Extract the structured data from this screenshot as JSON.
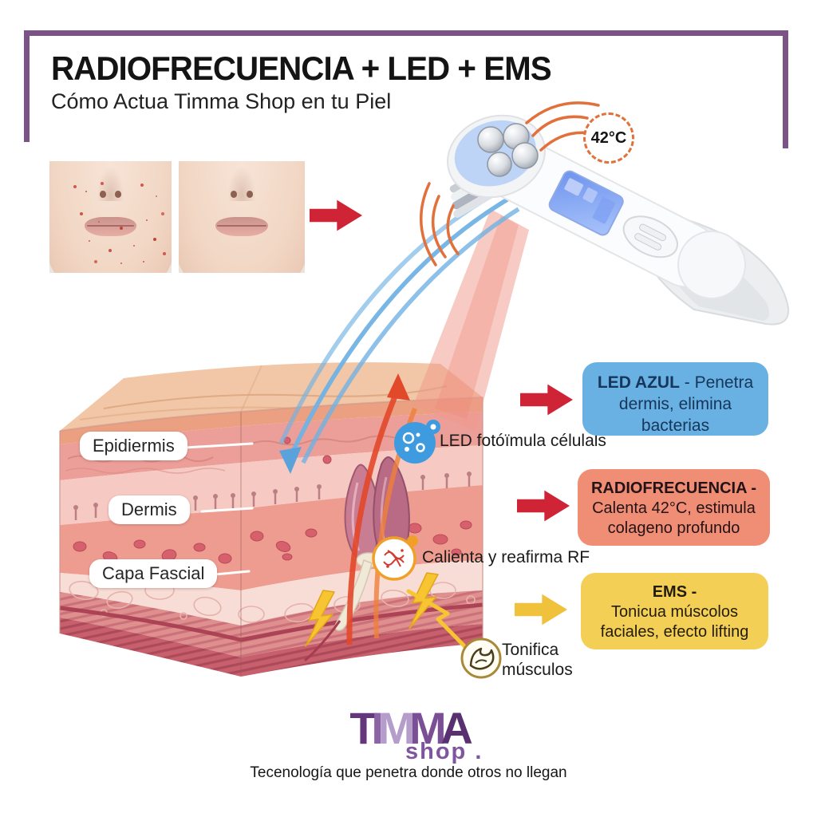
{
  "header": {
    "title": "RADIOFRECUENCIA + LED + EMS",
    "subtitle": "Cómo Actua Timma Shop en tu Piel"
  },
  "device": {
    "temp": "42°C"
  },
  "skin": {
    "labels": [
      "Epidiermis",
      "Dermis",
      "Capa Fascial"
    ]
  },
  "annotations": {
    "led": "LED fotóïmula célulals",
    "rf": "Calienta y reafirma RF",
    "muscles_line1": "Tonifica",
    "muscles_line2": "músculos"
  },
  "callouts": {
    "led": {
      "title": "LED AZUL",
      "rest": " - Penetra dermis, elimina bacterias"
    },
    "rf": {
      "title": "RADIOFRECUENCIA -",
      "body": "Calenta 42°C, estimula colageno profundo"
    },
    "ems": {
      "title": "EMS -",
      "body": "Tonicua múscolos faciales, efecto lifting"
    }
  },
  "footer": {
    "brand_letters": [
      "T",
      "I",
      "M",
      "M",
      "A"
    ],
    "brand_sub": "shop .",
    "tagline": "Tecenología que penetra donde otros no llegan"
  },
  "colors": {
    "frame": "#7b5386",
    "red": "#cf2336",
    "blue-box": "#68b1e2",
    "navy": "#16365c",
    "salmon-box": "#ef8d75",
    "yellow-box": "#f3cf55",
    "yellow-arrow": "#f0c23c",
    "orange-wave": "#e2703a",
    "led-blue": "#3f9be0",
    "bolt-yellow": "#f6c531"
  }
}
